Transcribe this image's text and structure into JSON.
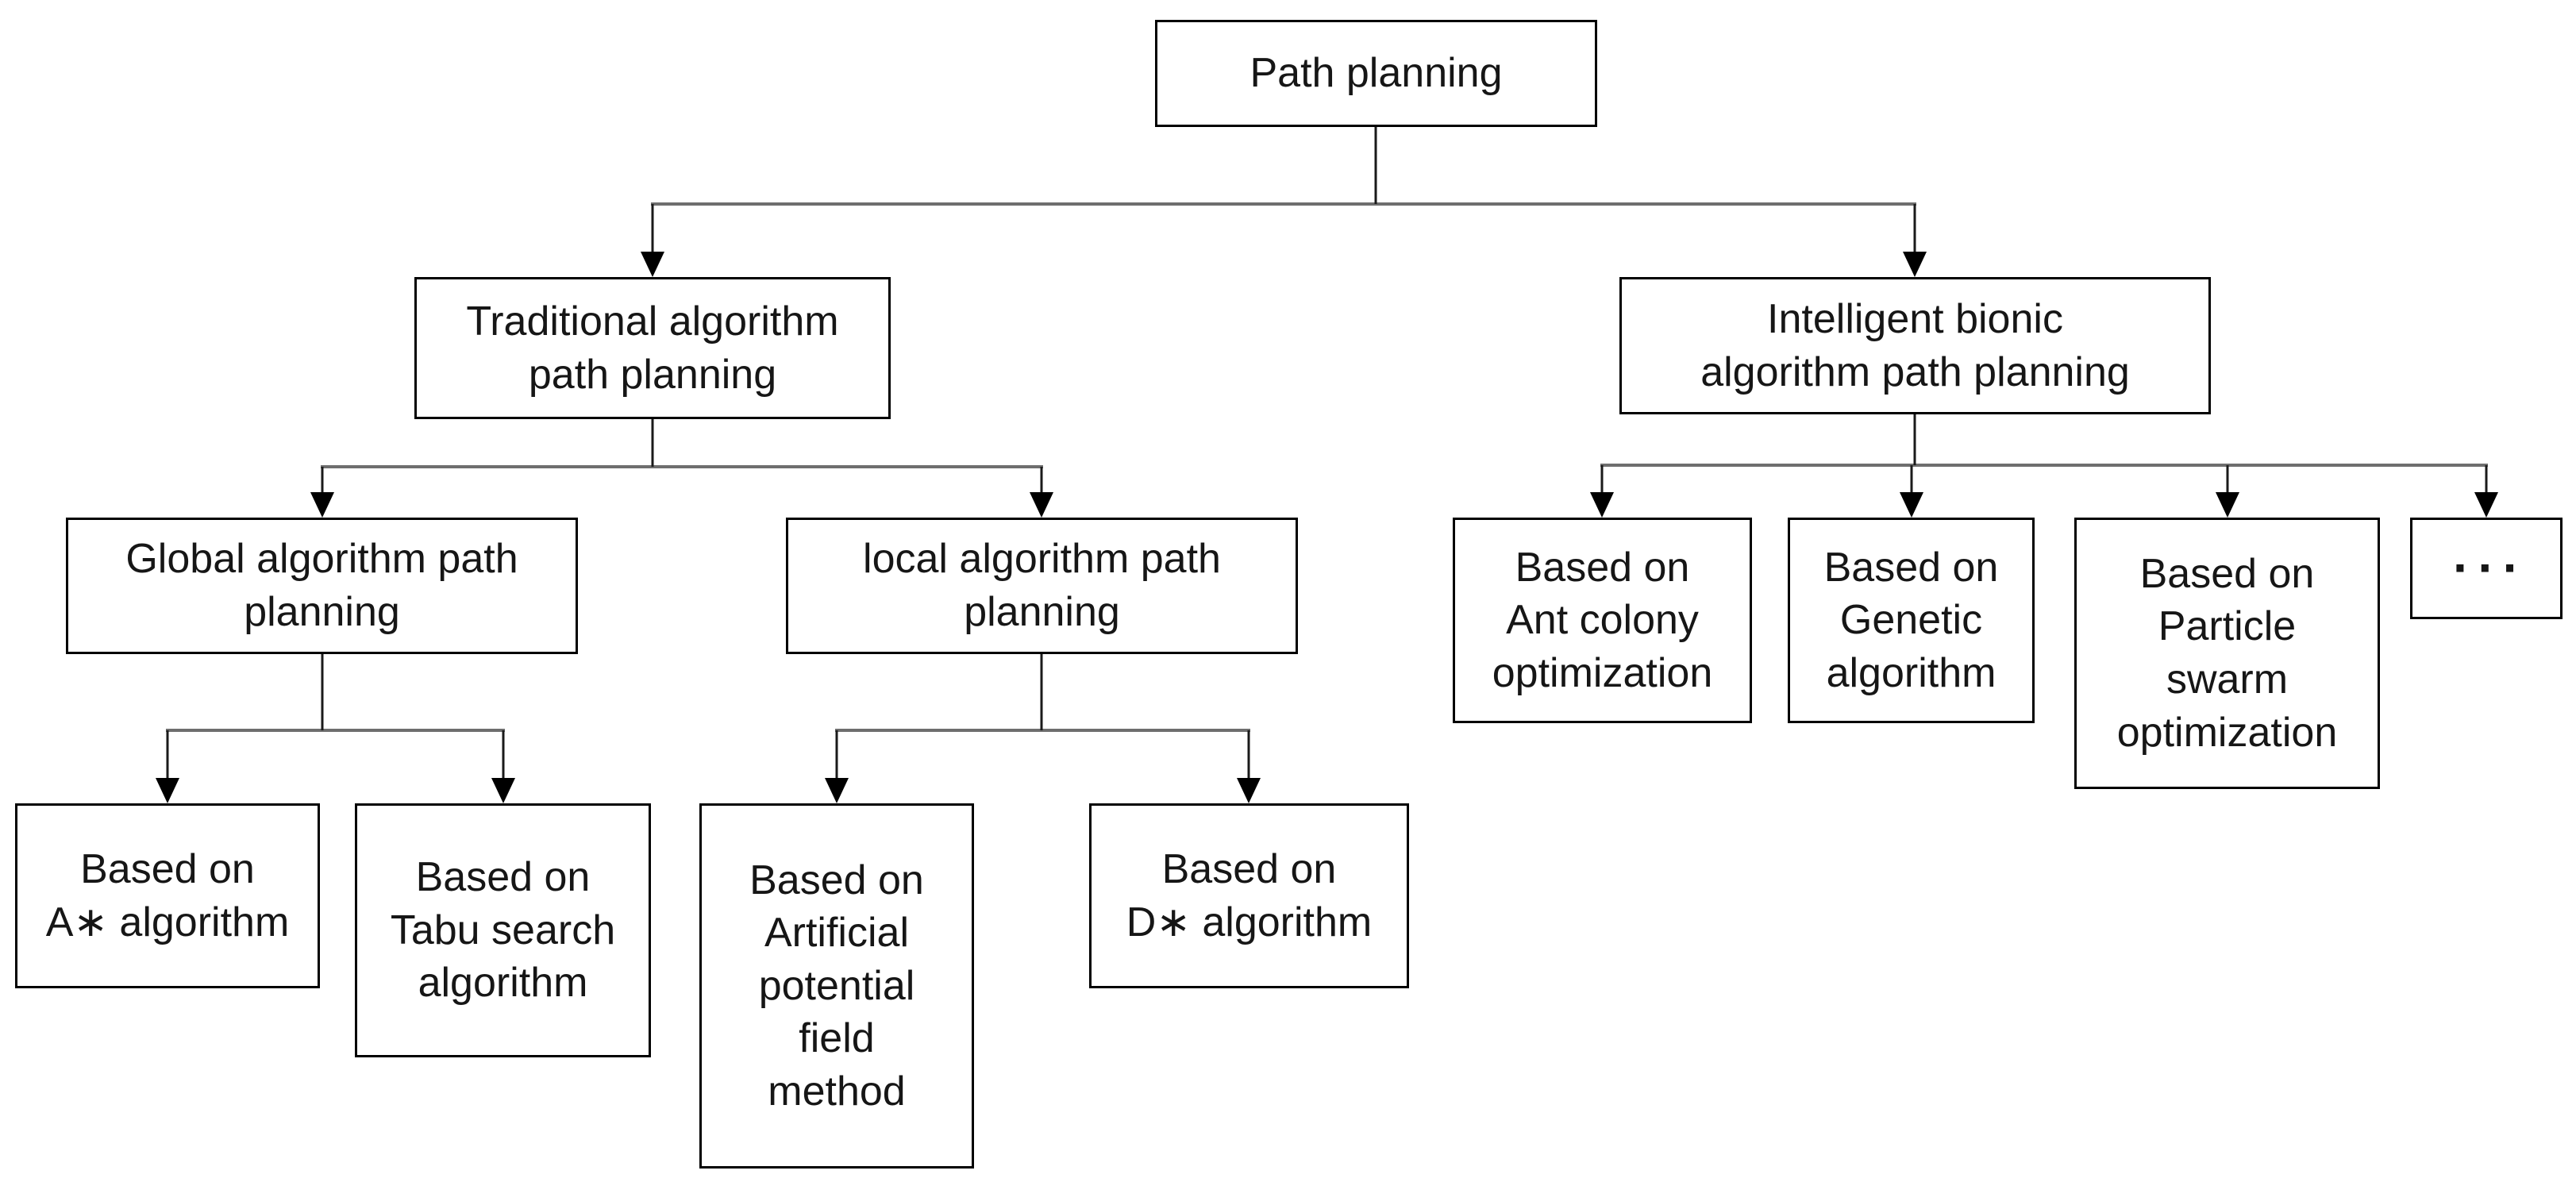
{
  "diagram": {
    "type": "tree",
    "direction": "top-down",
    "colors": {
      "background": "#ffffff",
      "box_border": "#000000",
      "box_fill": "#ffffff",
      "text": "#161616",
      "connector_vertical": "#1a1a1a",
      "connector_horizontal": "#6e6e6e",
      "arrowhead": "#000000"
    }
  },
  "nodes": {
    "root": {
      "label": "Path planning"
    },
    "traditional": {
      "label": "Traditional algorithm\npath planning"
    },
    "intelligent": {
      "label": "Intelligent bionic\nalgorithm path planning"
    },
    "global": {
      "label": "Global algorithm path\nplanning"
    },
    "local": {
      "label": "local algorithm path\nplanning"
    },
    "ant": {
      "label": "Based on\nAnt colony\noptimization"
    },
    "genetic": {
      "label": "Based on\nGenetic\nalgorithm"
    },
    "particle": {
      "label": "Based on\nParticle\nswarm\noptimization"
    },
    "more": {
      "label": "···"
    },
    "astar": {
      "label": "Based on\nA∗ algorithm"
    },
    "tabu": {
      "label": "Based on\nTabu search\nalgorithm"
    },
    "apf": {
      "label": "Based on\nArtificial\npotential\nfield\nmethod"
    },
    "dstar": {
      "label": "Based on\nD∗ algorithm"
    }
  },
  "edges": [
    {
      "from": "root",
      "to": "traditional"
    },
    {
      "from": "root",
      "to": "intelligent"
    },
    {
      "from": "traditional",
      "to": "global"
    },
    {
      "from": "traditional",
      "to": "local"
    },
    {
      "from": "intelligent",
      "to": "ant"
    },
    {
      "from": "intelligent",
      "to": "genetic"
    },
    {
      "from": "intelligent",
      "to": "particle"
    },
    {
      "from": "intelligent",
      "to": "more"
    },
    {
      "from": "global",
      "to": "astar"
    },
    {
      "from": "global",
      "to": "tabu"
    },
    {
      "from": "local",
      "to": "apf"
    },
    {
      "from": "local",
      "to": "dstar"
    }
  ]
}
